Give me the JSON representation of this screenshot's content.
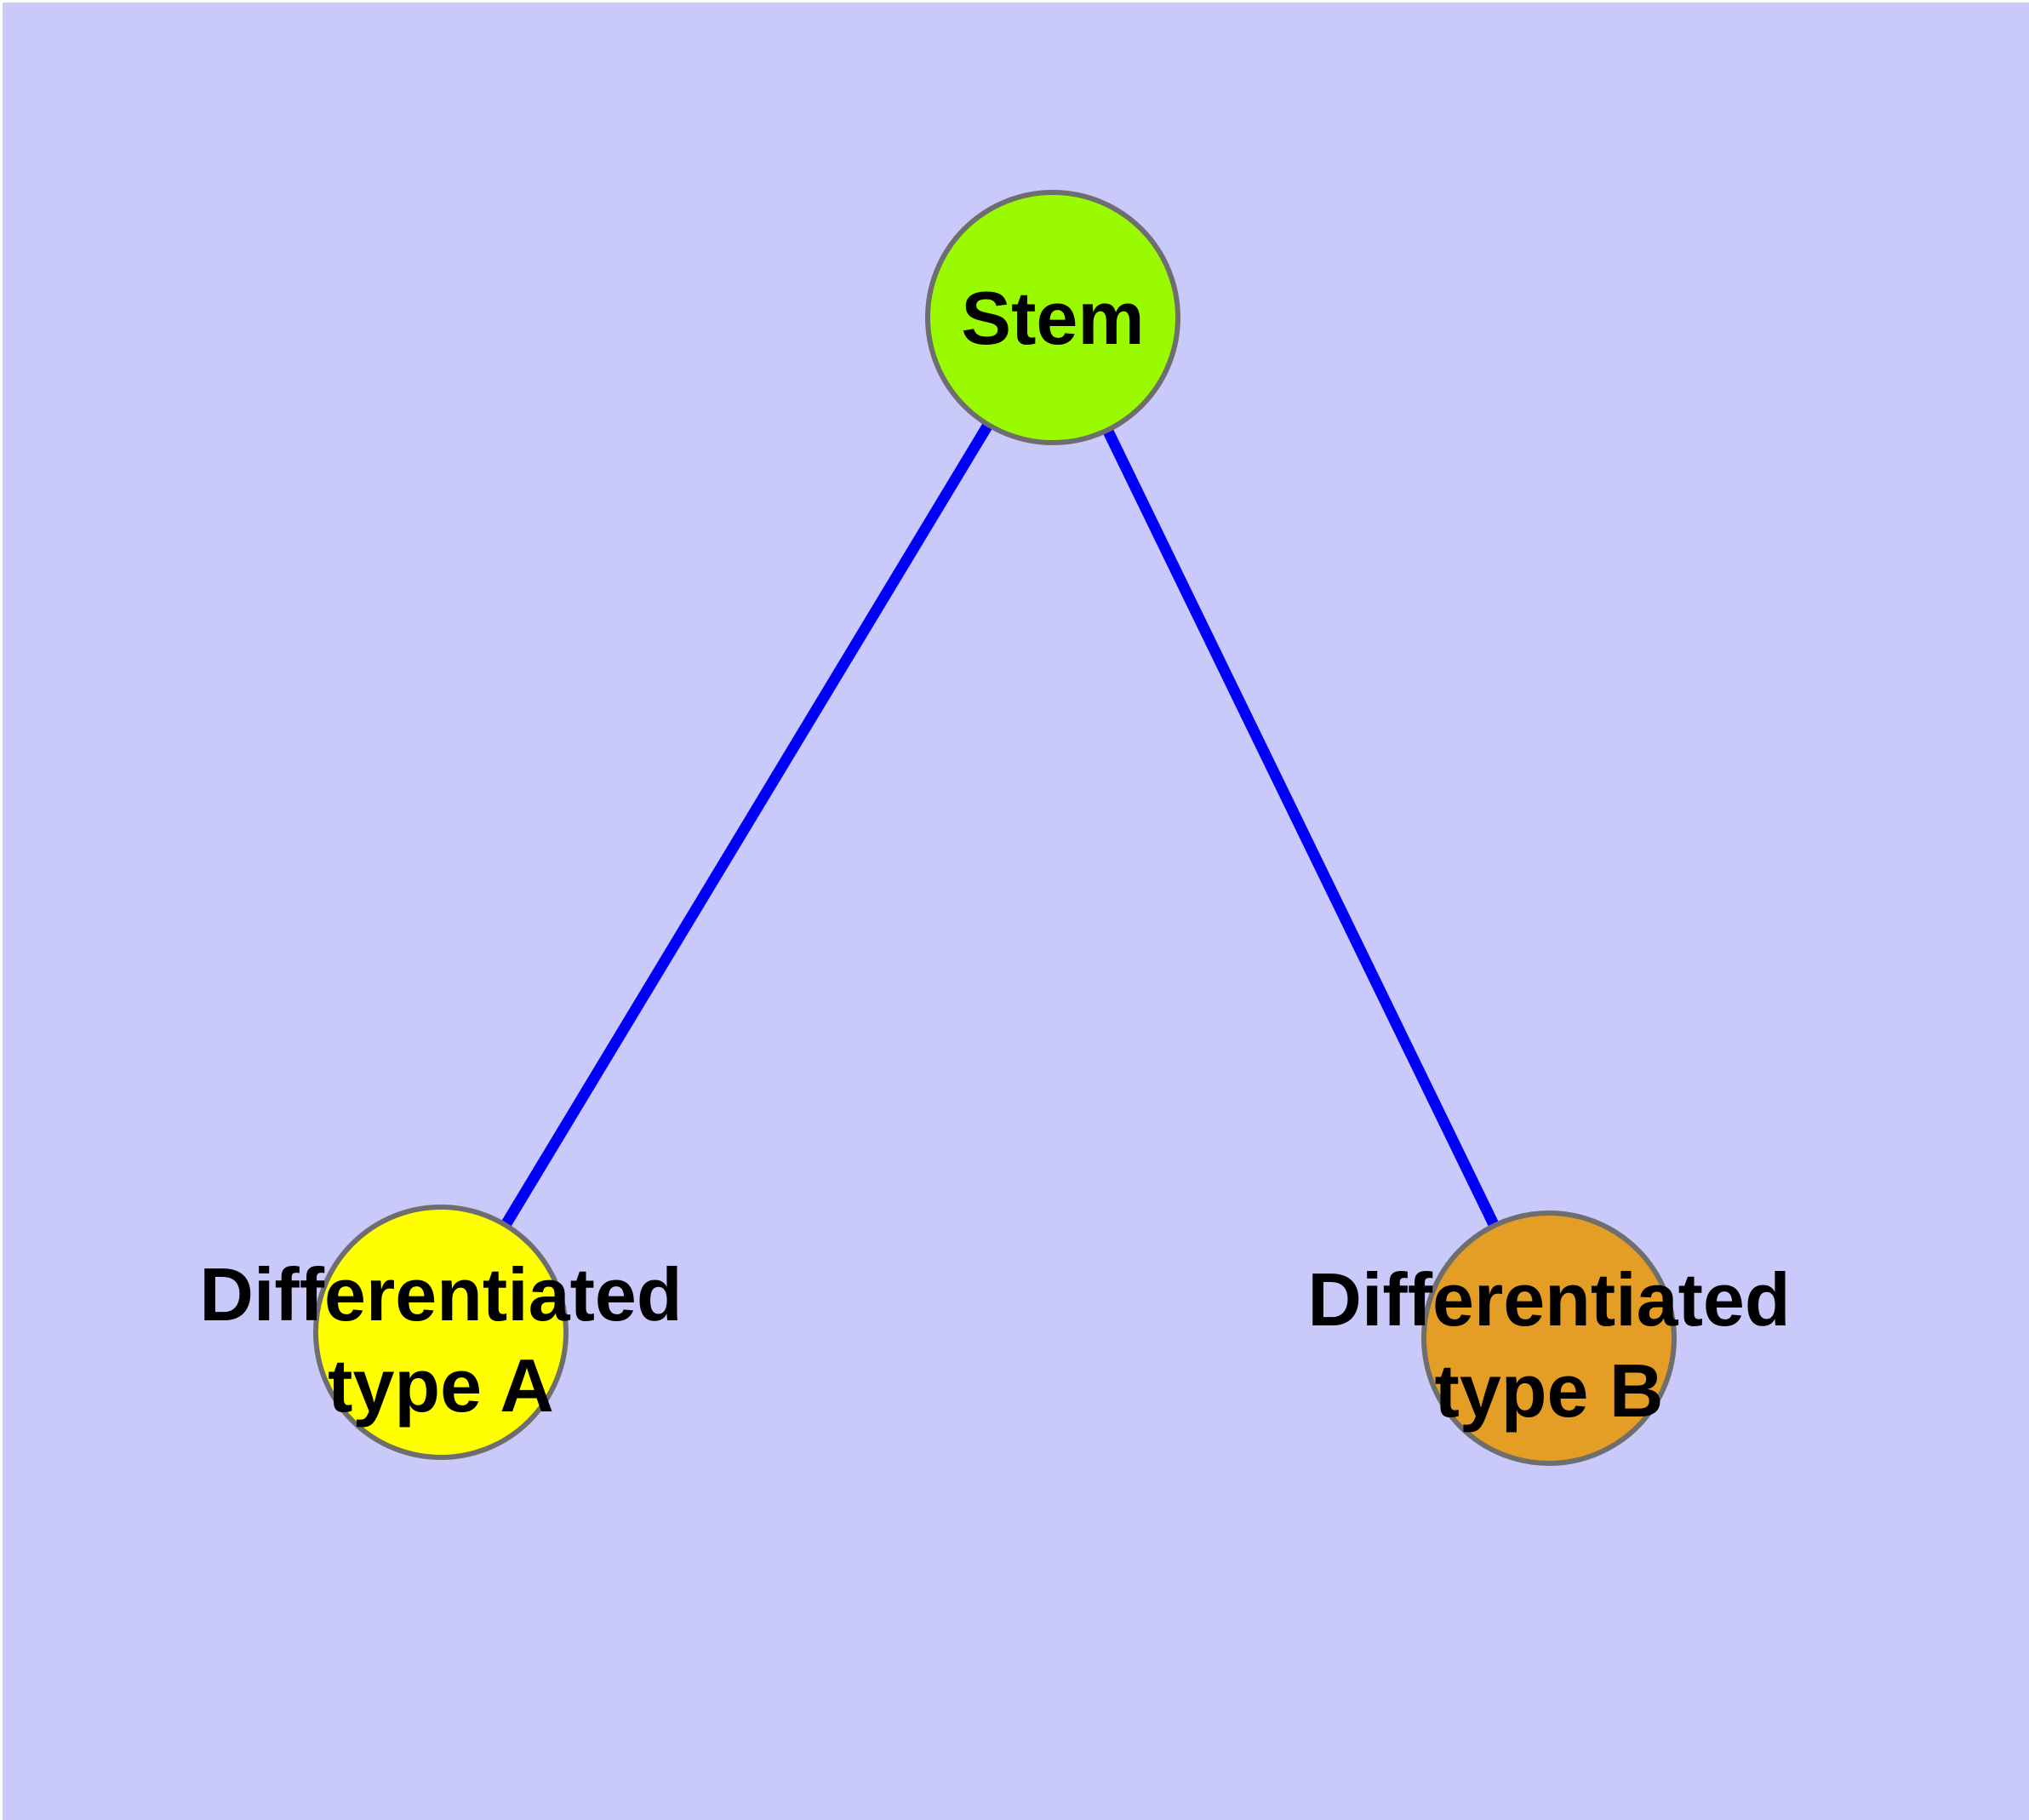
{
  "canvas": {
    "background_color": "#c9c9fa",
    "margin_color": "#ffffff"
  },
  "diagram": {
    "type": "node-link-graph",
    "node_border_color": "#6e6e6e",
    "edge_color": "#0000f8",
    "label_color": "#000000",
    "nodes": [
      {
        "id": "stem",
        "label": "Stem",
        "fill": "#9afb00"
      },
      {
        "id": "differentiated-type-a",
        "label_line1": "Differentiated",
        "label_line2": "type A",
        "fill": "#ffff00"
      },
      {
        "id": "differentiated-type-b",
        "label_line1": "Differentiated",
        "label_line2": "type B",
        "fill": "#e49e26"
      }
    ],
    "edges": [
      {
        "from": "stem",
        "to": "differentiated-type-a"
      },
      {
        "from": "stem",
        "to": "differentiated-type-b"
      }
    ]
  }
}
